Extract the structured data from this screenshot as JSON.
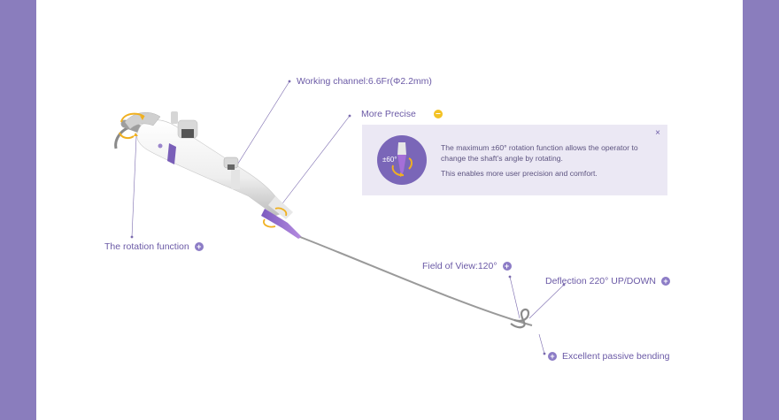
{
  "labels": {
    "working_channel": "Working channel:6.6Fr(Φ2.2mm)",
    "more_precise": "More Precise",
    "rotation_function": "The rotation function",
    "field_of_view": "Field of View:120°",
    "deflection": "Deflection 220° UP/DOWN",
    "passive_bending": "Excellent passive bending"
  },
  "popup": {
    "badge": "±60°",
    "line1": "The maximum  ±60° rotation function allows the operator to change the shaft’s angle by rotating.",
    "line2": "This enables more user precision and comfort.",
    "close": "×"
  },
  "colors": {
    "accent": "#8c7cc6",
    "highlight": "#f3c225",
    "side_panel": "#8a7dbd",
    "tip": "#9a6fcf"
  }
}
